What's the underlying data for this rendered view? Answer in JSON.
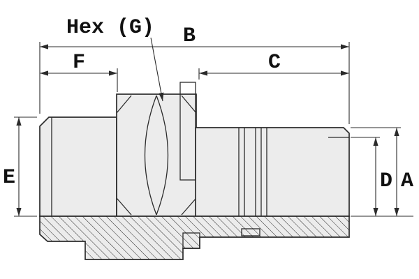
{
  "drawing": {
    "callout_label": "Hex (G)",
    "dimensions": {
      "b": "B",
      "f": "F",
      "c": "C",
      "e": "E",
      "d": "D",
      "a": "A"
    }
  },
  "colors": {
    "background": "#ffffff",
    "line": "#2b2b2b",
    "body_fill": "#ececec",
    "seal_fill": "#5c5c5c",
    "text": "#111111"
  }
}
